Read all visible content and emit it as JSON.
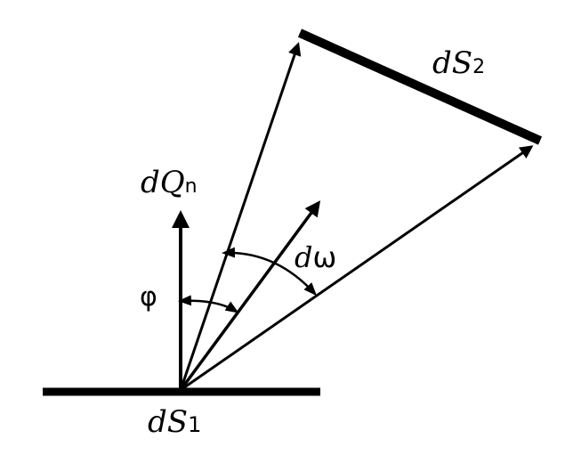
{
  "labels": {
    "dQ_main": "dQ",
    "dQ_sub": "n",
    "dS2_main": "dS",
    "dS2_sub": "2",
    "dS1_main": "dS",
    "dS1_sub": "1",
    "phi": "φ",
    "domega_d": "d",
    "domega_omega": "ω"
  },
  "colors": {
    "ink": "#000000",
    "background": "#ffffff"
  }
}
